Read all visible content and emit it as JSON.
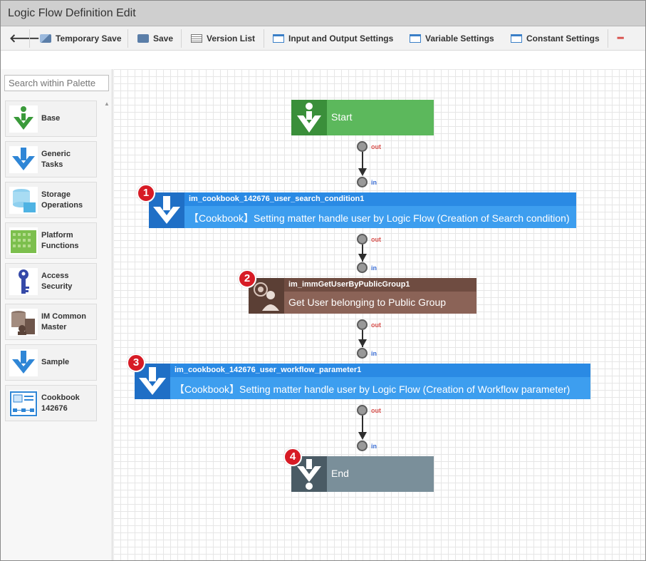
{
  "window": {
    "title": "Logic Flow Definition Edit"
  },
  "toolbar": {
    "back_label": "🡐",
    "temporary_save": "Temporary Save",
    "save": "Save",
    "version_list": "Version List",
    "io_settings": "Input and Output Settings",
    "variable_settings": "Variable Settings",
    "constant_settings": "Constant Settings",
    "close_label": "━"
  },
  "palette": {
    "search_placeholder": "Search within Palette",
    "items": [
      {
        "label": "Base",
        "icon": "base-icon"
      },
      {
        "label": "Generic\nTasks",
        "icon": "generic-tasks-icon"
      },
      {
        "label": "Storage\nOperations",
        "icon": "storage-icon"
      },
      {
        "label": "Platform\nFunctions",
        "icon": "platform-icon"
      },
      {
        "label": "Access\nSecurity",
        "icon": "key-icon"
      },
      {
        "label": "IM Common\nMaster",
        "icon": "master-icon"
      },
      {
        "label": "Sample",
        "icon": "sample-icon"
      },
      {
        "label": "Cookbook\n142676",
        "icon": "cookbook-icon"
      }
    ]
  },
  "flow": {
    "start": {
      "label": "Start"
    },
    "task1": {
      "id": "im_cookbook_142676_user_search_condition1",
      "label": "【Cookbook】Setting matter handle user by Logic Flow (Creation of Search condition)"
    },
    "task2": {
      "id": "im_immGetUserByPublicGroup1",
      "label": "Get User belonging to Public Group"
    },
    "task3": {
      "id": "im_cookbook_142676_user_workflow_parameter1",
      "label": "【Cookbook】Setting matter handle user by Logic Flow (Creation of Workflow parameter)"
    },
    "end": {
      "label": "End"
    },
    "port_out": "out",
    "port_in": "in",
    "badges": [
      "1",
      "2",
      "3",
      "4"
    ]
  },
  "colors": {
    "start": "#5cb85c",
    "task_blue": "#3d9eef",
    "task_brown": "#8b6357",
    "end": "#7a8f9a",
    "badge": "#d71b25"
  }
}
